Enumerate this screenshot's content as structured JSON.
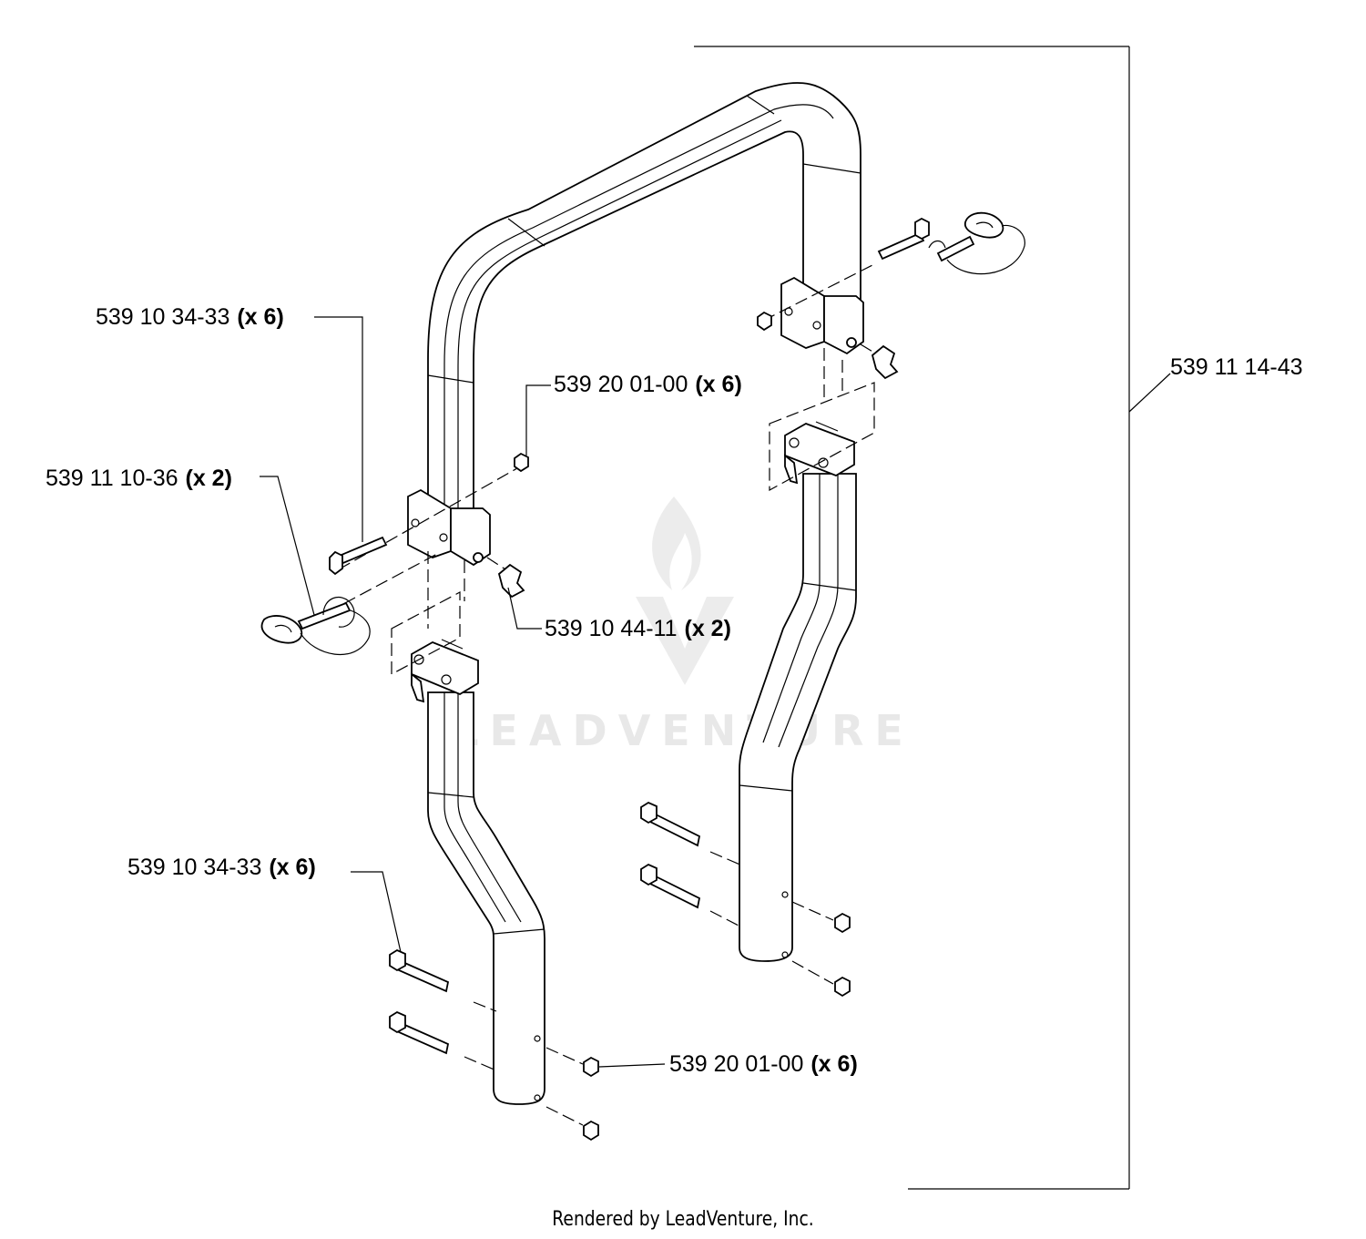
{
  "assembly": {
    "part_number": "539 11 14-43"
  },
  "callouts": [
    {
      "part": "539 10 34-33",
      "qty": "(x 6)"
    },
    {
      "part": "539 20 01-00",
      "qty": "(x 6)"
    },
    {
      "part": "539 11 10-36",
      "qty": "(x 2)"
    },
    {
      "part": "539 10 44-11",
      "qty": "(x 2)"
    },
    {
      "part": "539 10 34-33",
      "qty": "(x 6)"
    },
    {
      "part": "539 20 01-00",
      "qty": "(x 6)"
    }
  ],
  "watermark": {
    "text": "LEADVENTURE"
  },
  "footer": {
    "text": "Rendered by LeadVenture, Inc."
  }
}
